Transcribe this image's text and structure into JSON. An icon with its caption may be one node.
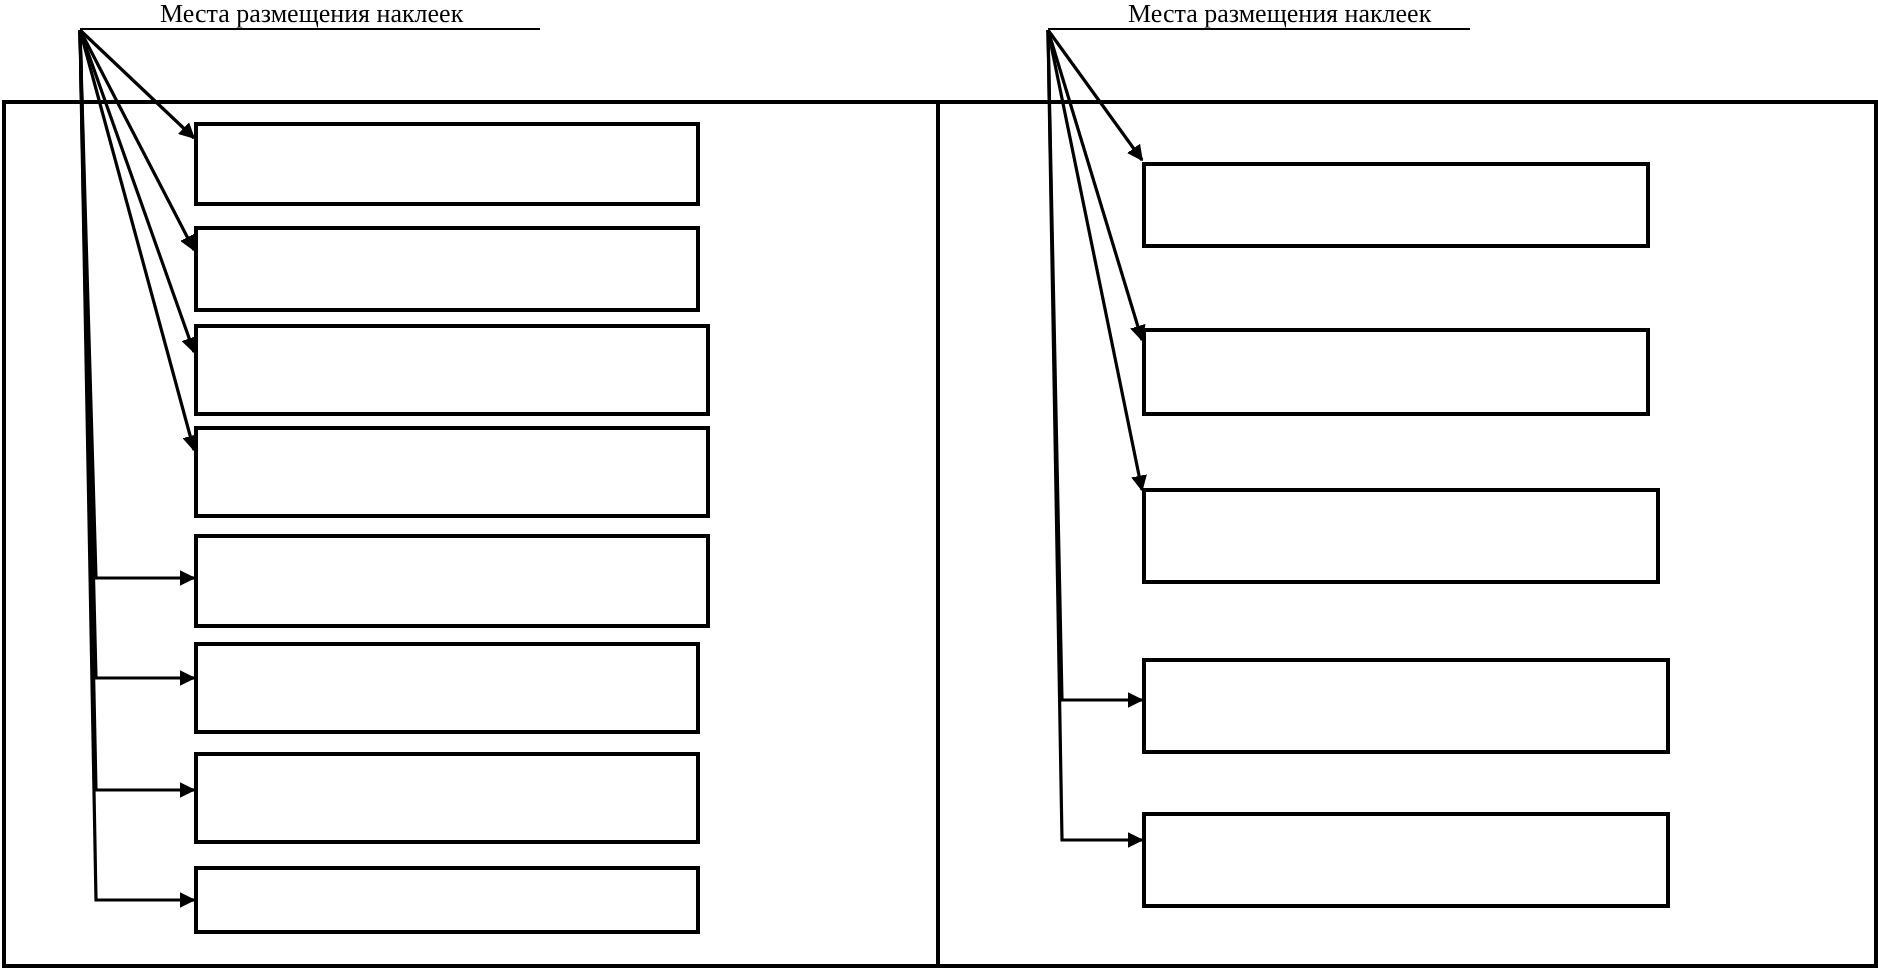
{
  "diagram": {
    "nodes": [
      {
        "text": [
          "Места размещения наклеек"
        ]
      },
      {
        "text": [],
        "shape": "box"
      },
      {
        "text": [],
        "shape": "box",
        "in": 1
      },
      {
        "text": [],
        "shape": "box",
        "in": 1
      },
      {
        "text": [],
        "shape": "box",
        "in": 1
      },
      {
        "text": [],
        "shape": "box",
        "in": 1
      },
      {
        "text": [],
        "shape": "box",
        "in": 1
      },
      {
        "text": [],
        "shape": "box",
        "in": 1
      },
      {
        "text": [],
        "shape": "box",
        "in": 1
      },
      {
        "text": [],
        "shape": "box",
        "in": 1
      },
      {
        "text": [
          "Места размещения наклеек"
        ]
      },
      {
        "text": [],
        "shape": "box"
      },
      {
        "text": [],
        "shape": "box",
        "in": 11
      },
      {
        "text": [],
        "shape": "box",
        "in": 11
      },
      {
        "text": [],
        "shape": "box",
        "in": 11
      },
      {
        "text": [],
        "shape": "box",
        "in": 11
      },
      {
        "text": [],
        "shape": "box",
        "in": 11
      }
    ],
    "edges": [
      {
        "from": 0,
        "to": 2,
        "arrow": "to"
      },
      {
        "from": 0,
        "to": 3,
        "arrow": "to"
      },
      {
        "from": 0,
        "to": 4,
        "arrow": "to"
      },
      {
        "from": 0,
        "to": 5,
        "arrow": "to"
      },
      {
        "from": 0,
        "to": 6,
        "arrow": "to"
      },
      {
        "from": 0,
        "to": 7,
        "arrow": "to"
      },
      {
        "from": 0,
        "to": 8,
        "arrow": "to"
      },
      {
        "from": 0,
        "to": 9,
        "arrow": "to"
      },
      {
        "from": 10,
        "to": 12,
        "arrow": "to"
      },
      {
        "from": 10,
        "to": 13,
        "arrow": "to"
      },
      {
        "from": 10,
        "to": 14,
        "arrow": "to"
      },
      {
        "from": 10,
        "to": 15,
        "arrow": "to"
      },
      {
        "from": 10,
        "to": 16,
        "arrow": "to"
      }
    ]
  }
}
